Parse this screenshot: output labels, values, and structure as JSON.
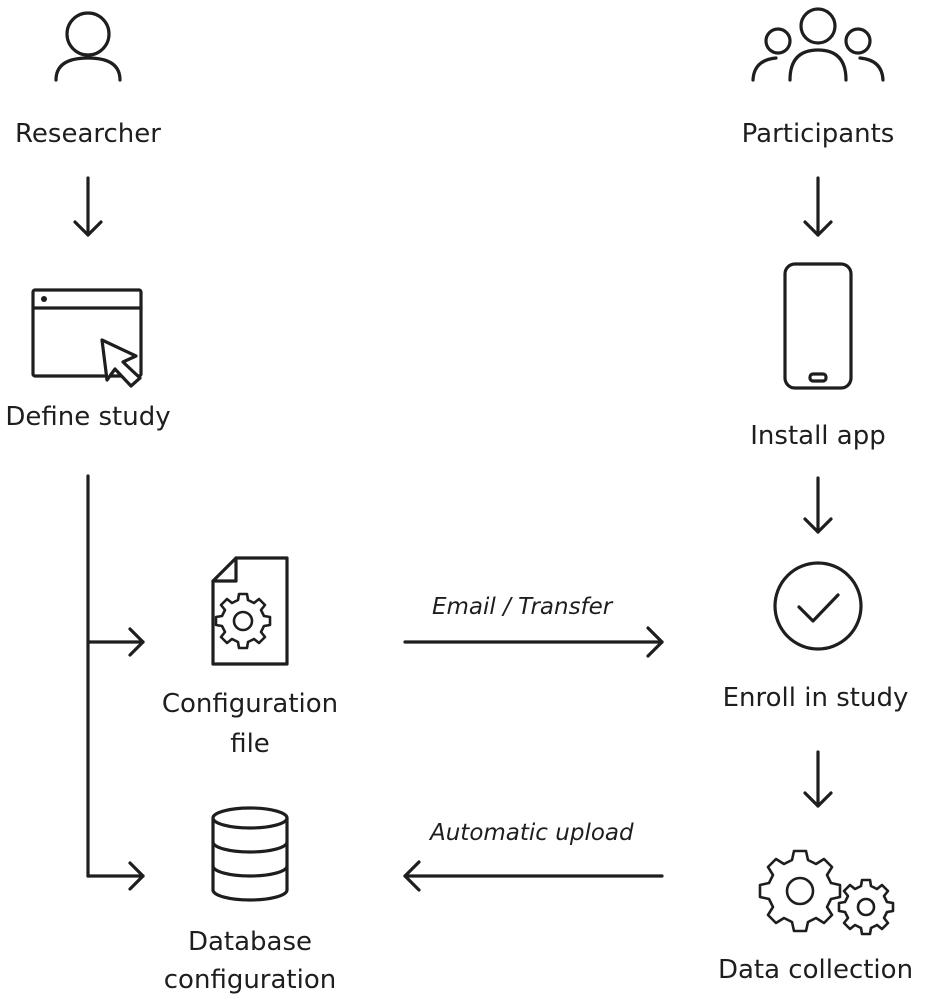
{
  "nodes": {
    "researcher": {
      "label": "Researcher",
      "icon": "person-icon"
    },
    "participants": {
      "label": "Participants",
      "icon": "group-icon"
    },
    "define_study": {
      "label": "Define study",
      "icon": "browser-window-cursor-icon"
    },
    "install_app": {
      "label": "Install app",
      "icon": "smartphone-icon"
    },
    "configuration_file": {
      "label_line1": "Configuration",
      "label_line2": "file",
      "icon": "gear-document-icon"
    },
    "enroll": {
      "label": "Enroll in study",
      "icon": "checkmark-circle-icon"
    },
    "database_configuration": {
      "label_line1": "Database",
      "label_line2": "configuration",
      "icon": "database-icon"
    },
    "data_collection": {
      "label": "Data collection",
      "icon": "gears-icon"
    }
  },
  "edges": {
    "transfer": {
      "label": "Email / Transfer"
    },
    "upload": {
      "label": "Automatic upload"
    }
  },
  "colors": {
    "stroke": "#1e1e1e",
    "background": "#ffffff"
  }
}
